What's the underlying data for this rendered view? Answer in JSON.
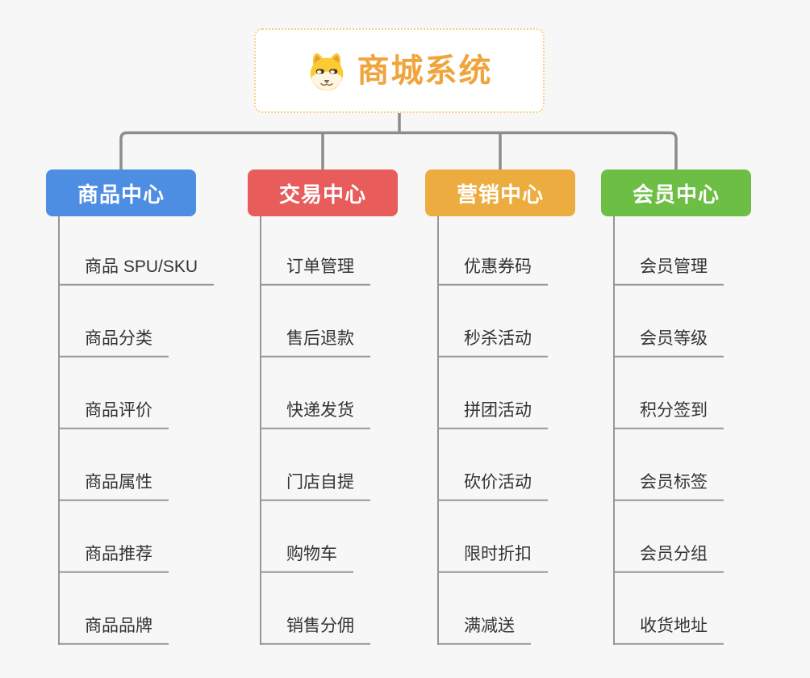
{
  "root": {
    "title": "商城系统",
    "icon": "dog-face-icon"
  },
  "branches": [
    {
      "label": "商品中心",
      "color": "#4d8de2",
      "children": [
        "商品 SPU/SKU",
        "商品分类",
        "商品评价",
        "商品属性",
        "商品推荐",
        "商品品牌"
      ]
    },
    {
      "label": "交易中心",
      "color": "#e85d5c",
      "children": [
        "订单管理",
        "售后退款",
        "快递发货",
        "门店自提",
        "购物车",
        "销售分佣"
      ]
    },
    {
      "label": "营销中心",
      "color": "#edac40",
      "children": [
        "优惠券码",
        "秒杀活动",
        "拼团活动",
        "砍价活动",
        "限时折扣",
        "满减送"
      ]
    },
    {
      "label": "会员中心",
      "color": "#6cbe45",
      "children": [
        "会员管理",
        "会员等级",
        "积分签到",
        "会员标签",
        "会员分组",
        "收货地址"
      ]
    }
  ],
  "colors": {
    "background": "#f7f7f7",
    "root_title": "#f0a53c",
    "root_border": "#f6ce8a",
    "connector": "#8c8c8c",
    "child_line": "#979797",
    "child_text": "#333333"
  }
}
